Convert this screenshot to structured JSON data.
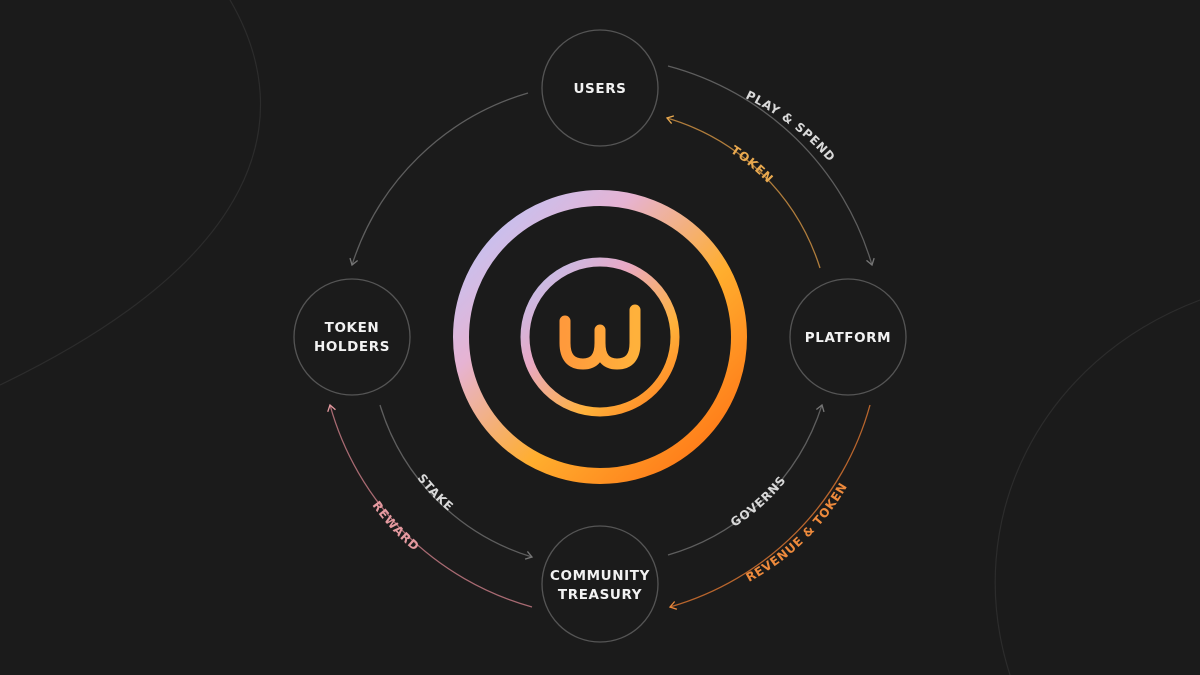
{
  "nodes": {
    "users": {
      "lines": [
        "USERS"
      ]
    },
    "platform": {
      "lines": [
        "PLATFORM"
      ]
    },
    "community_treasury": {
      "lines": [
        "COMMUNITY",
        "TREASURY"
      ]
    },
    "token_holders": {
      "lines": [
        "TOKEN",
        "HOLDERS"
      ]
    }
  },
  "edges": {
    "play_spend": {
      "label": "PLAY & SPEND",
      "color": "#d9d9d9"
    },
    "token": {
      "label": "TOKEN",
      "color": "#e9a94f"
    },
    "governs": {
      "label": "GOVERNS",
      "color": "#d9d9d9"
    },
    "revenue_token": {
      "label": "REVENUE & TOKEN",
      "color": "#ee8a3c"
    },
    "stake": {
      "label": "STAKE",
      "color": "#d9d9d9"
    },
    "reward": {
      "label": "REWARD",
      "color": "#e59aa0"
    }
  },
  "logo": {
    "glyph": "w",
    "gradient": [
      "#b9c4f5",
      "#e8a9c6",
      "#ffb23a",
      "#ff7a1f"
    ]
  },
  "colors": {
    "background": "#1b1b1b",
    "node_border": "#5a5a5a",
    "arrow": "#6b6b6b"
  }
}
